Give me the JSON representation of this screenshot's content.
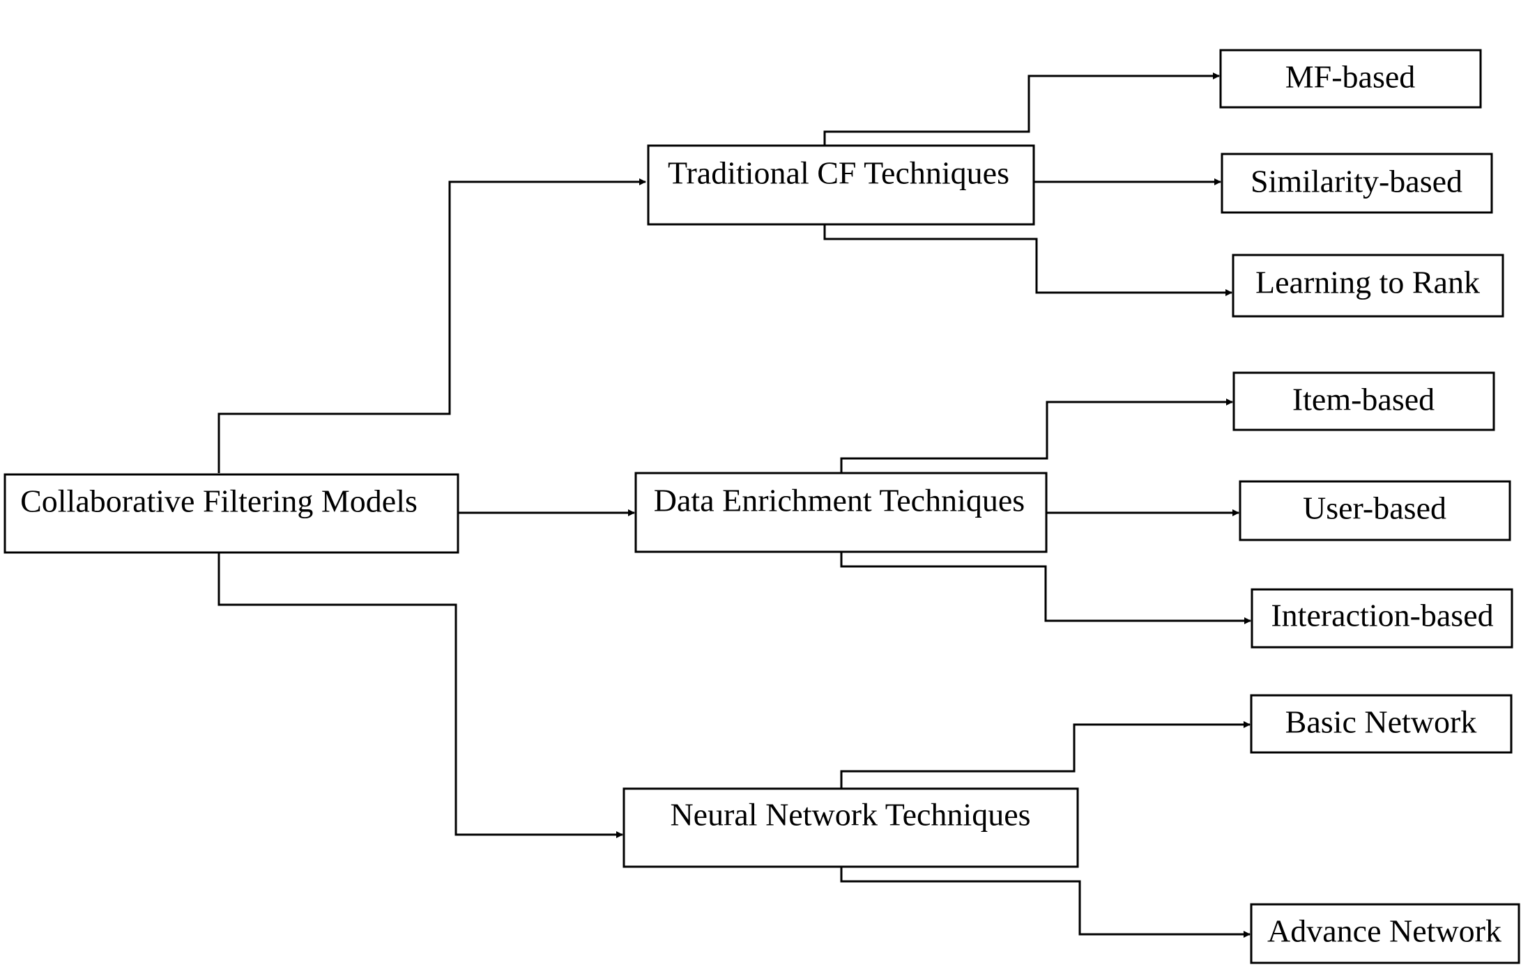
{
  "root": {
    "label": "Collaborative Filtering Models"
  },
  "categories": [
    {
      "label": "Traditional CF Techniques",
      "children": [
        "MF-based",
        "Similarity-based",
        "Learning to Rank"
      ]
    },
    {
      "label": "Data Enrichment Techniques",
      "children": [
        "Item-based",
        "User-based",
        "Interaction-based"
      ]
    },
    {
      "label": "Neural Network Techniques",
      "children": [
        "Basic Network",
        "Advance Network"
      ]
    }
  ],
  "colors": {
    "stroke": "#000000",
    "background": "#ffffff",
    "text": "#000000"
  }
}
